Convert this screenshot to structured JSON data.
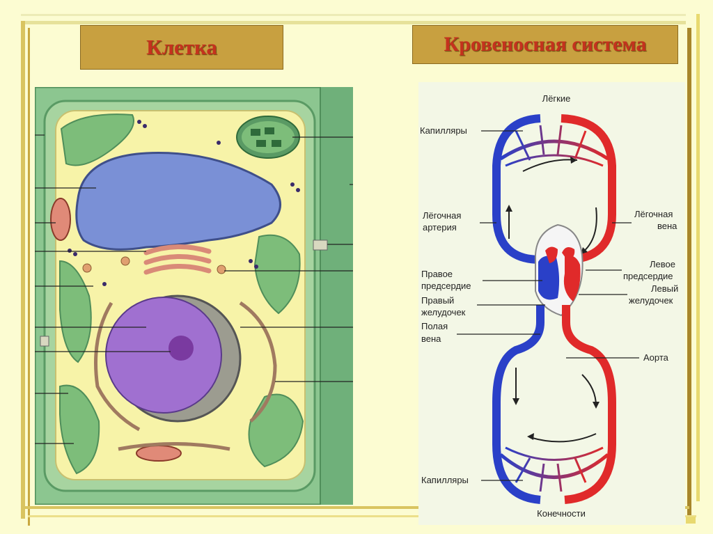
{
  "slide": {
    "left_title": "Клетка",
    "right_title": "Кровеносная система"
  },
  "colors": {
    "background": "#fcfcd2",
    "title_fill": "#c8a040",
    "title_text": "#c4321e",
    "cell_wall": "#8cc690",
    "cytoplasm": "#f7f3a8",
    "vacuole": "#7a90d6",
    "nucleus": "#a070d0",
    "artery_red": "#e02a2a",
    "vein_blue": "#2a40c8"
  },
  "circulation": {
    "lungs": "Лёгкие",
    "capillaries_top": "Капилляры",
    "pulmonary_artery_1": "Лёгочная",
    "pulmonary_artery_2": "артерия",
    "pulmonary_vein_1": "Лёгочная",
    "pulmonary_vein_2": "вена",
    "right_atrium_1": "Правое",
    "right_atrium_2": "предсердие",
    "left_atrium_1": "Левое",
    "left_atrium_2": "предсердие",
    "right_ventricle_1": "Правый",
    "right_ventricle_2": "желудочек",
    "left_ventricle_1": "Левый",
    "left_ventricle_2": "желудочек",
    "vena_cava_1": "Полая",
    "vena_cava_2": "вена",
    "aorta": "Аорта",
    "capillaries_bottom": "Капилляры",
    "limbs": "Конечности"
  }
}
